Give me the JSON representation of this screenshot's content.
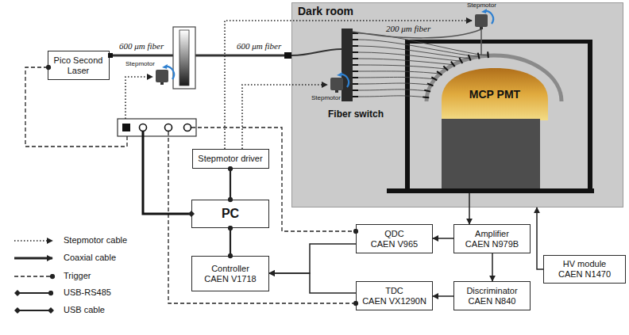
{
  "diagram": {
    "nodes": [
      {
        "text": [
          "Pico Second Laser"
        ]
      },
      {
        "text": [
          "Dark room"
        ]
      },
      {
        "text": [
          "Fiber switch"
        ],
        "in": 1
      },
      {
        "text": [
          "MCP PMT"
        ],
        "in": 1
      },
      {
        "text": [
          "Stepmotor driver"
        ]
      },
      {
        "text": [
          "PC"
        ]
      },
      {
        "text": [
          "QDC",
          "CAEN V965"
        ]
      },
      {
        "text": [
          "Amplifier",
          "CAEN N979B"
        ]
      },
      {
        "text": [
          "Controller",
          "CAEN V1718"
        ]
      },
      {
        "text": [
          "TDC",
          "CAEN VX1290N"
        ]
      },
      {
        "text": [
          "Discriminator",
          "CAEN N840"
        ]
      },
      {
        "text": [
          "HV module",
          "CAEN N1470"
        ]
      }
    ],
    "edges": [
      {
        "from": 3,
        "to": 7,
        "arrow": "to"
      },
      {
        "from": 7,
        "to": 6,
        "arrow": "to"
      },
      {
        "from": 7,
        "to": 10,
        "arrow": "to"
      },
      {
        "from": 10,
        "to": 9,
        "arrow": "to"
      },
      {
        "from": 6,
        "to": 8,
        "arrow": "to"
      },
      {
        "from": 9,
        "to": 8,
        "arrow": "to"
      },
      {
        "from": 5,
        "to": 4,
        "arrow": "none"
      },
      {
        "from": 5,
        "to": 8,
        "arrow": "none"
      },
      {
        "from": 11,
        "to": 1,
        "arrow": "to"
      }
    ],
    "labels": [
      "600 μm fiber",
      "Stepmotor",
      "600 μm fiber",
      "Stepmotor",
      "200 μm fiber",
      "Stepmotor"
    ],
    "legend": [
      {
        "text": "Stepmotor cable"
      },
      {
        "text": "Coaxial cable"
      },
      {
        "text": "Trigger"
      },
      {
        "text": "USB-RS485"
      },
      {
        "text": "USB cable"
      }
    ]
  }
}
